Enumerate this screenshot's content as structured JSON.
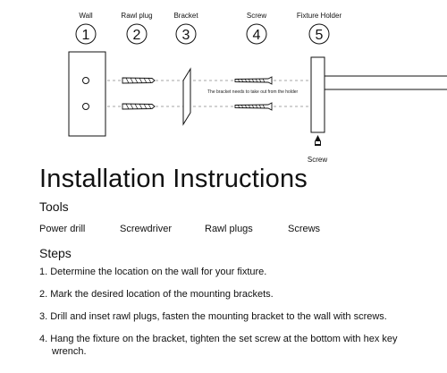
{
  "diagram": {
    "labels": {
      "wall": "Wall",
      "rawl_plug": "Rawl plug",
      "bracket": "Bracket",
      "screw": "Screw",
      "fixture_holder": "Fixture Holder",
      "bottom_screw": "Screw"
    },
    "numbers": [
      "1",
      "2",
      "3",
      "4",
      "5"
    ],
    "note": "The bracket needs to take out from the holder"
  },
  "title": "Installation Instructions",
  "tools": {
    "heading": "Tools",
    "items": [
      "Power drill",
      "Screwdriver",
      "Rawl plugs",
      "Screws"
    ]
  },
  "steps": {
    "heading": "Steps",
    "items": [
      "1. Determine the location on the wall for your fixture.",
      "2. Mark the desired location of the mounting brackets.",
      "3. Drill and inset rawl plugs, fasten the mounting bracket to the wall with screws.",
      "4. Hang the fixture on the bracket, tighten the set screw at the bottom with hex key wrench."
    ]
  }
}
